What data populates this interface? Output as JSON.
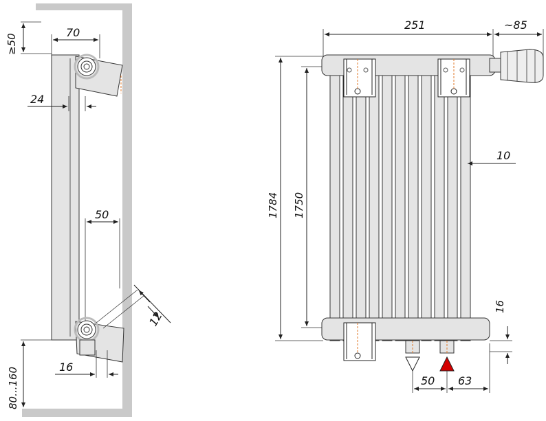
{
  "side_view": {
    "labels": {
      "top_gap": "≥50",
      "bracket_width": "70",
      "depth": "24",
      "lower_offset": "50",
      "angle": "12",
      "bottom_offset": "16",
      "floor_gap": "80...160"
    }
  },
  "front_view": {
    "labels": {
      "overall_width": "251",
      "valve_depth": "~85",
      "overall_height": "1784",
      "center_height": "1750",
      "tube_gap": "10",
      "bottom_gap": "16",
      "supply_offset": "50",
      "return_offset": "63"
    },
    "colors": {
      "return_marker": "#d40000",
      "pipe_accent": "#e07a2a"
    }
  }
}
